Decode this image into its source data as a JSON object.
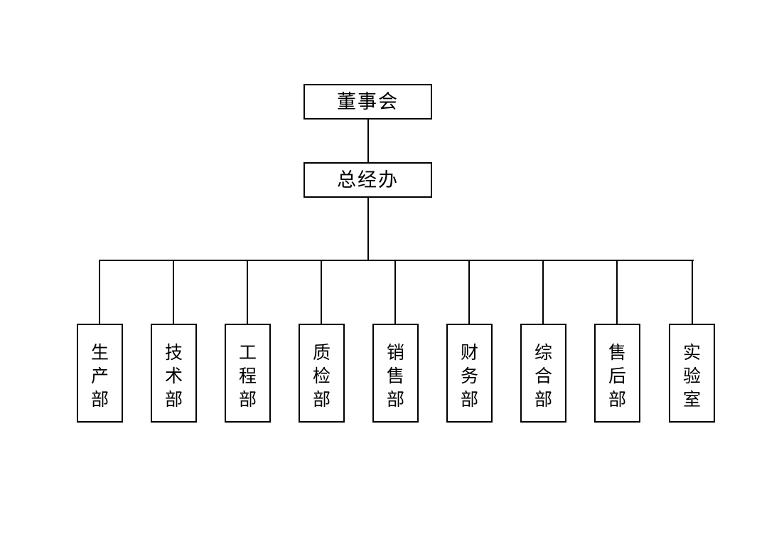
{
  "chart": {
    "type": "org-chart",
    "title": "",
    "background_color": "#ffffff",
    "line_color": "#000000",
    "box_border_color": "#000000",
    "box_fill_color": "#ffffff",
    "orientation": "top-down",
    "levels": 3,
    "text_direction_departments": "vertical"
  },
  "nodes": {
    "board": {
      "label": "董事会",
      "level": 1,
      "orientation": "horizontal"
    },
    "general_manager_office": {
      "label": "总经办",
      "level": 2,
      "orientation": "horizontal"
    }
  },
  "departments": [
    {
      "label": "生产部",
      "level": 3
    },
    {
      "label": "技术部",
      "level": 3
    },
    {
      "label": "工程部",
      "level": 3
    },
    {
      "label": "质检部",
      "level": 3
    },
    {
      "label": "销售部",
      "level": 3
    },
    {
      "label": "财务部",
      "level": 3
    },
    {
      "label": "综合部",
      "level": 3
    },
    {
      "label": "售后部",
      "level": 3
    },
    {
      "label": "实验室",
      "level": 3
    }
  ]
}
